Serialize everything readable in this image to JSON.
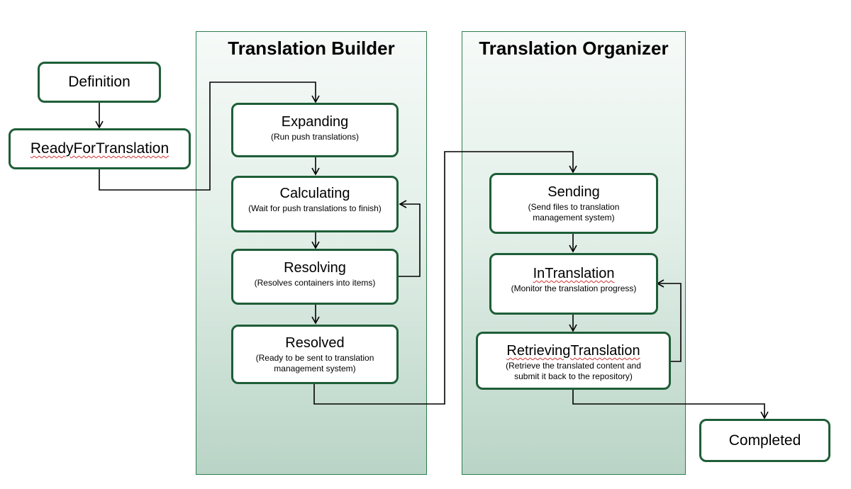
{
  "panels": {
    "builder": {
      "title": "Translation Builder"
    },
    "organizer": {
      "title": "Translation Organizer"
    }
  },
  "nodes": {
    "definition": {
      "title": "Definition"
    },
    "ready_for_translation": {
      "title": "ReadyForTranslation"
    },
    "expanding": {
      "title": "Expanding",
      "desc": "(Run push translations)"
    },
    "calculating": {
      "title": "Calculating",
      "desc": "(Wait for push translations to finish)"
    },
    "resolving": {
      "title": "Resolving",
      "desc": "(Resolves containers into items)"
    },
    "resolved": {
      "title": "Resolved",
      "desc": "(Ready to be sent to translation management system)"
    },
    "sending": {
      "title": "Sending",
      "desc": "(Send files to translation management system)"
    },
    "in_translation": {
      "title": "InTranslation",
      "desc": "(Monitor the translation progress)"
    },
    "retrieving_translation": {
      "title": "RetrievingTranslation",
      "desc": "(Retrieve  the translated content and submit it back to the repository)"
    },
    "completed": {
      "title": "Completed"
    }
  },
  "colors": {
    "node_border": "#1e5e38",
    "panel_border": "#2e7d4f",
    "connector": "#000000"
  }
}
